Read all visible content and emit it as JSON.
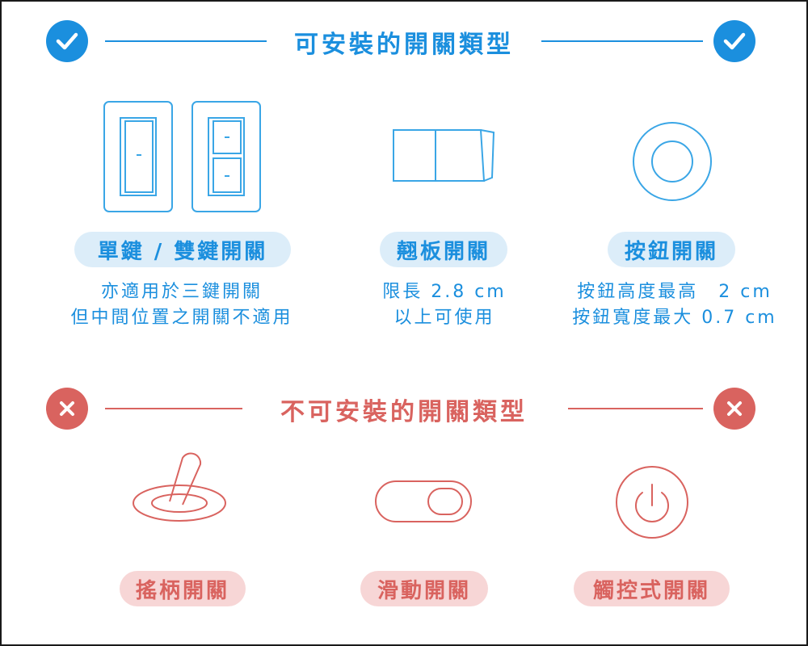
{
  "colors": {
    "blue": "#1b8fde",
    "blue_light": "#dcedf9",
    "red": "#d9635f",
    "red_light": "#f7d6d6",
    "text_blue": "#1b8fde",
    "text_red": "#d9635f"
  },
  "installable": {
    "title": "可安裝的開關類型",
    "items": [
      {
        "label": "單鍵 / 雙鍵開關",
        "icon": "rocker-switch-plates-icon",
        "desc": [
          "亦適用於三鍵開關",
          "但中間位置之開關不適用"
        ]
      },
      {
        "label": "翹板開關",
        "icon": "seesaw-switch-icon",
        "desc": [
          "限長 2.8 cm",
          "以上可使用"
        ]
      },
      {
        "label": "按鈕開關",
        "icon": "push-button-icon",
        "desc": [
          "按鈕高度最高　2 cm",
          "按鈕寬度最大 0.7 cm"
        ]
      }
    ]
  },
  "not_installable": {
    "title": "不可安裝的開關類型",
    "items": [
      {
        "label": "搖柄開關",
        "icon": "toggle-lever-switch-icon"
      },
      {
        "label": "滑動開關",
        "icon": "slide-switch-icon"
      },
      {
        "label": "觸控式開關",
        "icon": "touch-power-switch-icon"
      }
    ]
  }
}
